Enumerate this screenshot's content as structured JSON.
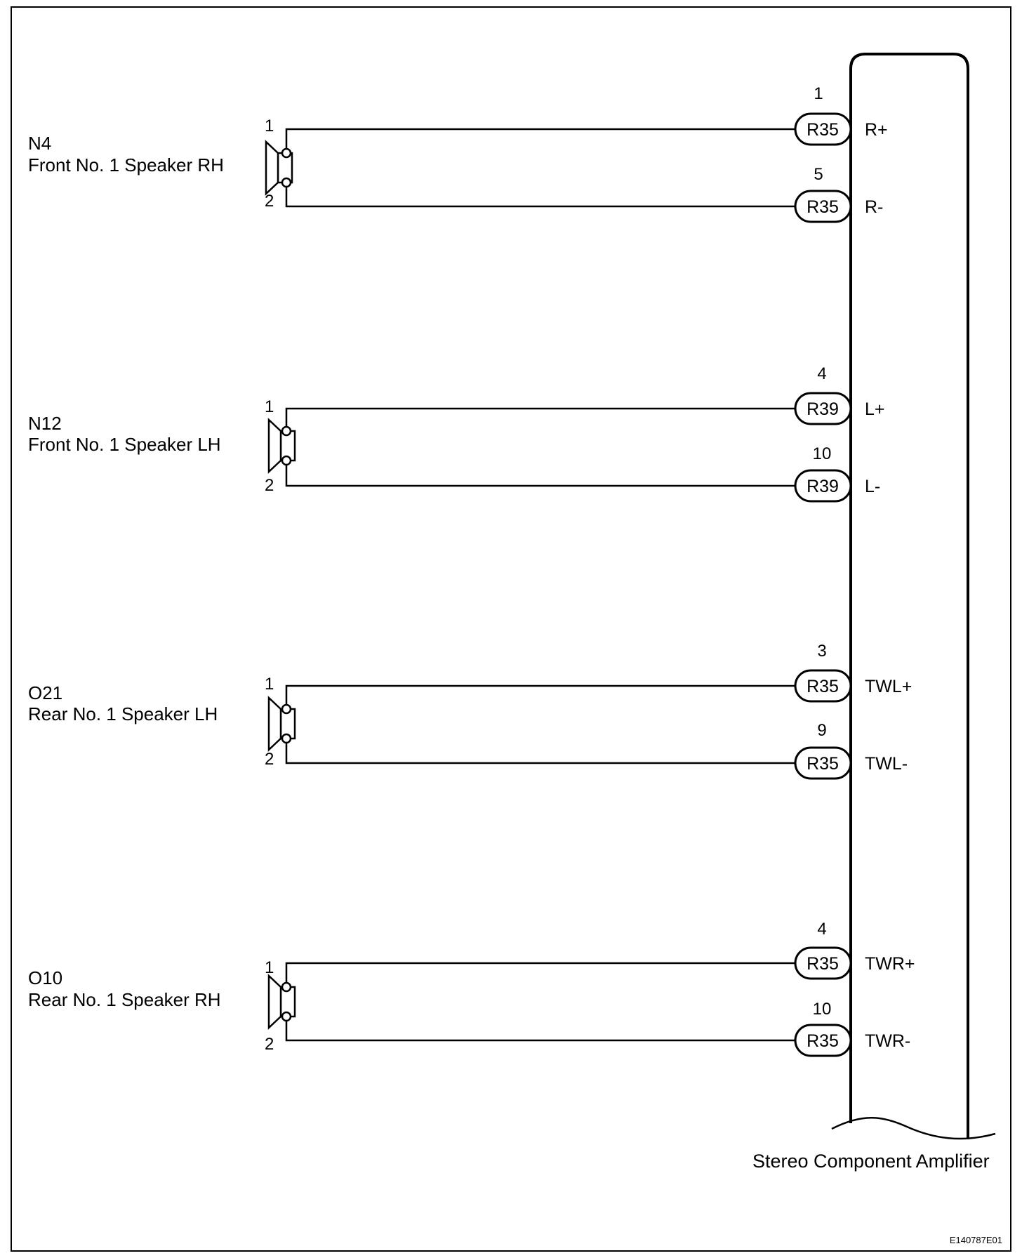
{
  "diagram": {
    "amplifier_label": "Stereo Component Amplifier",
    "figure_code": "E140787E01",
    "speakers": [
      {
        "id": "N4",
        "name": "Front No. 1 Speaker RH",
        "pin_top": "1",
        "pin_bottom": "2",
        "terminals": [
          {
            "pin": "1",
            "connector": "R35",
            "signal": "R+"
          },
          {
            "pin": "5",
            "connector": "R35",
            "signal": "R-"
          }
        ]
      },
      {
        "id": "N12",
        "name": "Front No. 1 Speaker LH",
        "pin_top": "1",
        "pin_bottom": "2",
        "terminals": [
          {
            "pin": "4",
            "connector": "R39",
            "signal": "L+"
          },
          {
            "pin": "10",
            "connector": "R39",
            "signal": "L-"
          }
        ]
      },
      {
        "id": "O21",
        "name": "Rear No. 1 Speaker LH",
        "pin_top": "1",
        "pin_bottom": "2",
        "terminals": [
          {
            "pin": "3",
            "connector": "R35",
            "signal": "TWL+"
          },
          {
            "pin": "9",
            "connector": "R35",
            "signal": "TWL-"
          }
        ]
      },
      {
        "id": "O10",
        "name": "Rear No. 1 Speaker RH",
        "pin_top": "1",
        "pin_bottom": "2",
        "terminals": [
          {
            "pin": "4",
            "connector": "R35",
            "signal": "TWR+"
          },
          {
            "pin": "10",
            "connector": "R35",
            "signal": "TWR-"
          }
        ]
      }
    ]
  }
}
